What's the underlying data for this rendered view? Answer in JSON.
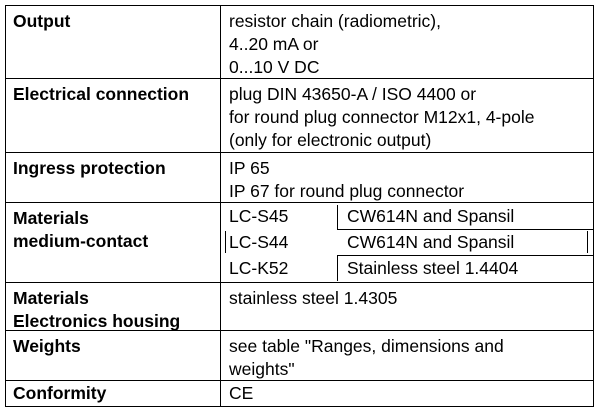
{
  "rows": [
    {
      "label": [
        "Output"
      ],
      "value": [
        "resistor chain (radiometric),",
        "4..20 mA or",
        "0...10 V DC"
      ]
    },
    {
      "label": [
        "Electrical connection"
      ],
      "value": [
        "plug DIN 43650-A / ISO 4400 or",
        "for round plug connector M12x1, 4-pole",
        "(only for electronic output)"
      ]
    },
    {
      "label": [
        "Ingress protection"
      ],
      "value": [
        "IP 65",
        "IP 67 for round plug connector"
      ]
    },
    {
      "label": [
        "Materials",
        "medium-contact"
      ],
      "materials": [
        {
          "code": "LC-S45",
          "material": "CW614N and Spansil"
        },
        {
          "code": "LC-S44",
          "material": "CW614N and Spansil"
        },
        {
          "code": "LC-K52",
          "material": "Stainless steel 1.4404"
        }
      ]
    },
    {
      "label": [
        "Materials",
        "Electronics housing"
      ],
      "value": [
        "stainless steel 1.4305"
      ]
    },
    {
      "label": [
        "Weights"
      ],
      "value": [
        "see table \"Ranges, dimensions and",
        "weights\""
      ]
    },
    {
      "label": [
        "Conformity"
      ],
      "value": [
        "CE"
      ]
    }
  ]
}
